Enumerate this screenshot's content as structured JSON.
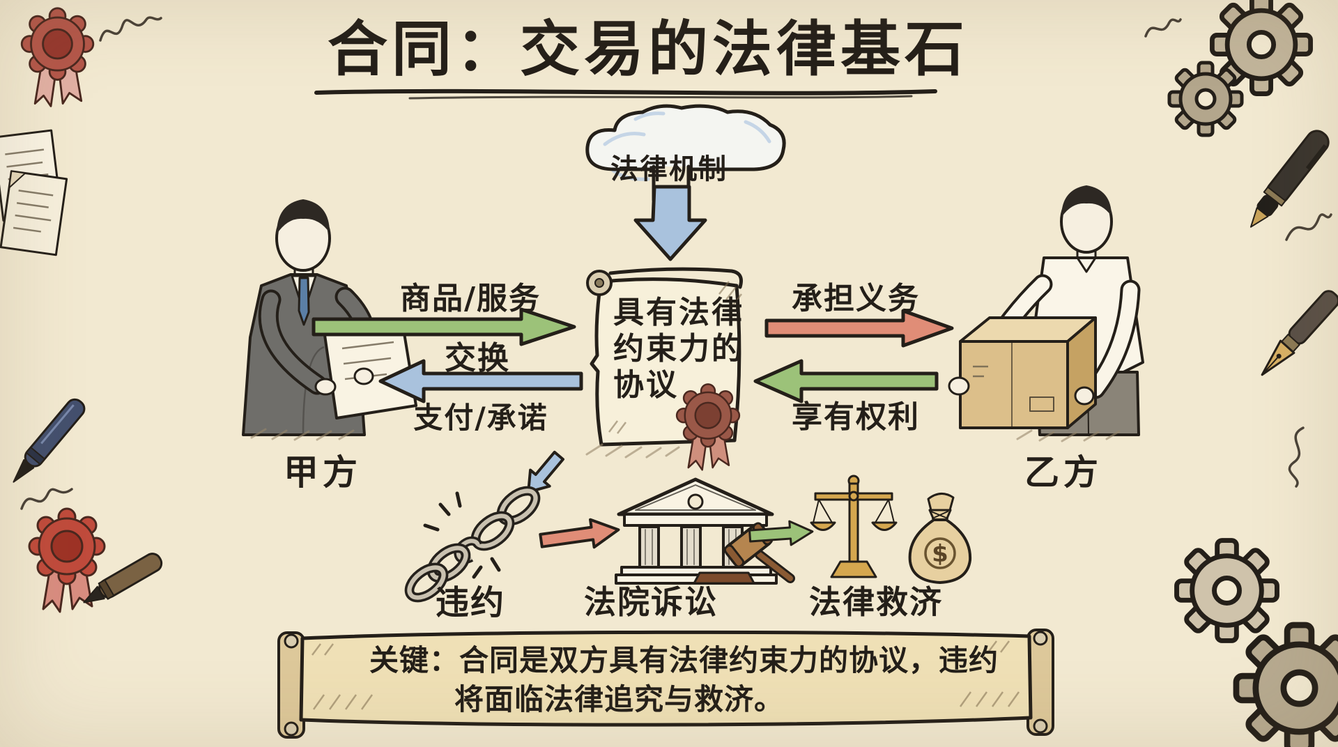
{
  "title": {
    "text": "合同：交易的法律基石"
  },
  "cloud": {
    "label": "法律机制"
  },
  "contract_scroll": {
    "lines": [
      "具有法律",
      "约束力的",
      "协议"
    ]
  },
  "parties": {
    "party_a": "甲方",
    "party_b": "乙方"
  },
  "left_exchange": {
    "give_label": "商品/服务",
    "exchange_label": "交换",
    "return_label": "支付/承诺"
  },
  "right_exchange": {
    "obligation_label": "承担义务",
    "rights_label": "享有权利"
  },
  "breach_flow": {
    "breach_label": "违约",
    "court_label": "法院诉讼",
    "remedy_label": "法律救济",
    "money_symbol": "$"
  },
  "banner": {
    "line1": "关键：合同是双方具有法律约束力的协议，违约",
    "line2": "将面临法律追究与救济。"
  },
  "colors": {
    "bg": "#f2e9d1",
    "ink": "#241f19",
    "green_arrow": "#9cc279",
    "blue_arrow": "#a9c2dd",
    "red_arrow": "#e08d77",
    "scroll_paper": "#f7f0da",
    "banner_paper": "#efe0b6",
    "wax_seal": "#9a5848",
    "gear": "#c2b59b",
    "gold": "#d5a74f",
    "box": "#dcbf8a",
    "chain": "#cbc3b2",
    "suit": "#6f6e6a",
    "shirt": "#faf5e8",
    "tie": "#5b7fa6",
    "wood": "#b5854f",
    "money_bag": "#e7d0a0"
  }
}
